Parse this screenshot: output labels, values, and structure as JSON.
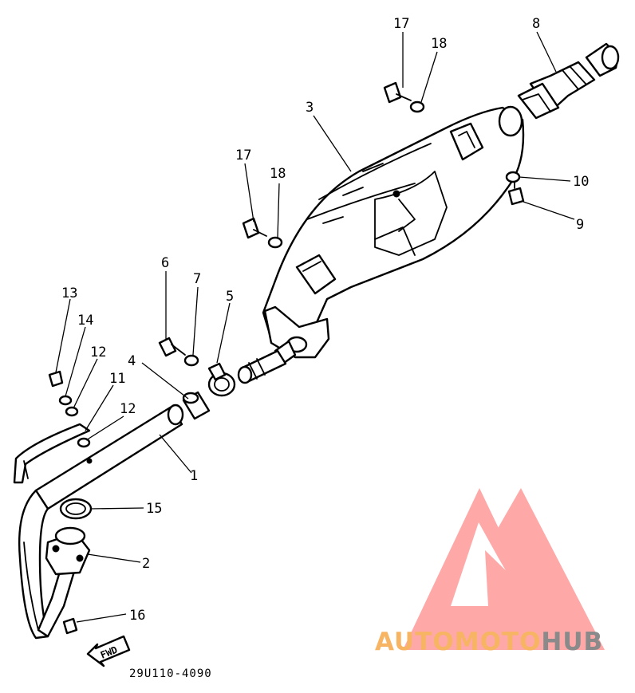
{
  "callouts": {
    "c1": "1",
    "c2": "2",
    "c3": "3",
    "c4": "4",
    "c5": "5",
    "c6": "6",
    "c7": "7",
    "c8": "8",
    "c9": "9",
    "c10": "10",
    "c11": "11",
    "c12a": "12",
    "c12b": "12",
    "c13": "13",
    "c14": "14",
    "c15": "15",
    "c16": "16",
    "c17a": "17",
    "c17b": "17",
    "c18a": "18",
    "c18b": "18"
  },
  "fwd_label": "FWD",
  "drawing_code": "29U110-4090",
  "watermark": {
    "part1": "AUTO",
    "part2": "MOTO",
    "part3": "HUB"
  },
  "colors": {
    "line": "#000000",
    "watermark_pink": "#ffa8a8",
    "watermark_orange": "#f7b463",
    "watermark_grey": "#8a8a8a"
  }
}
